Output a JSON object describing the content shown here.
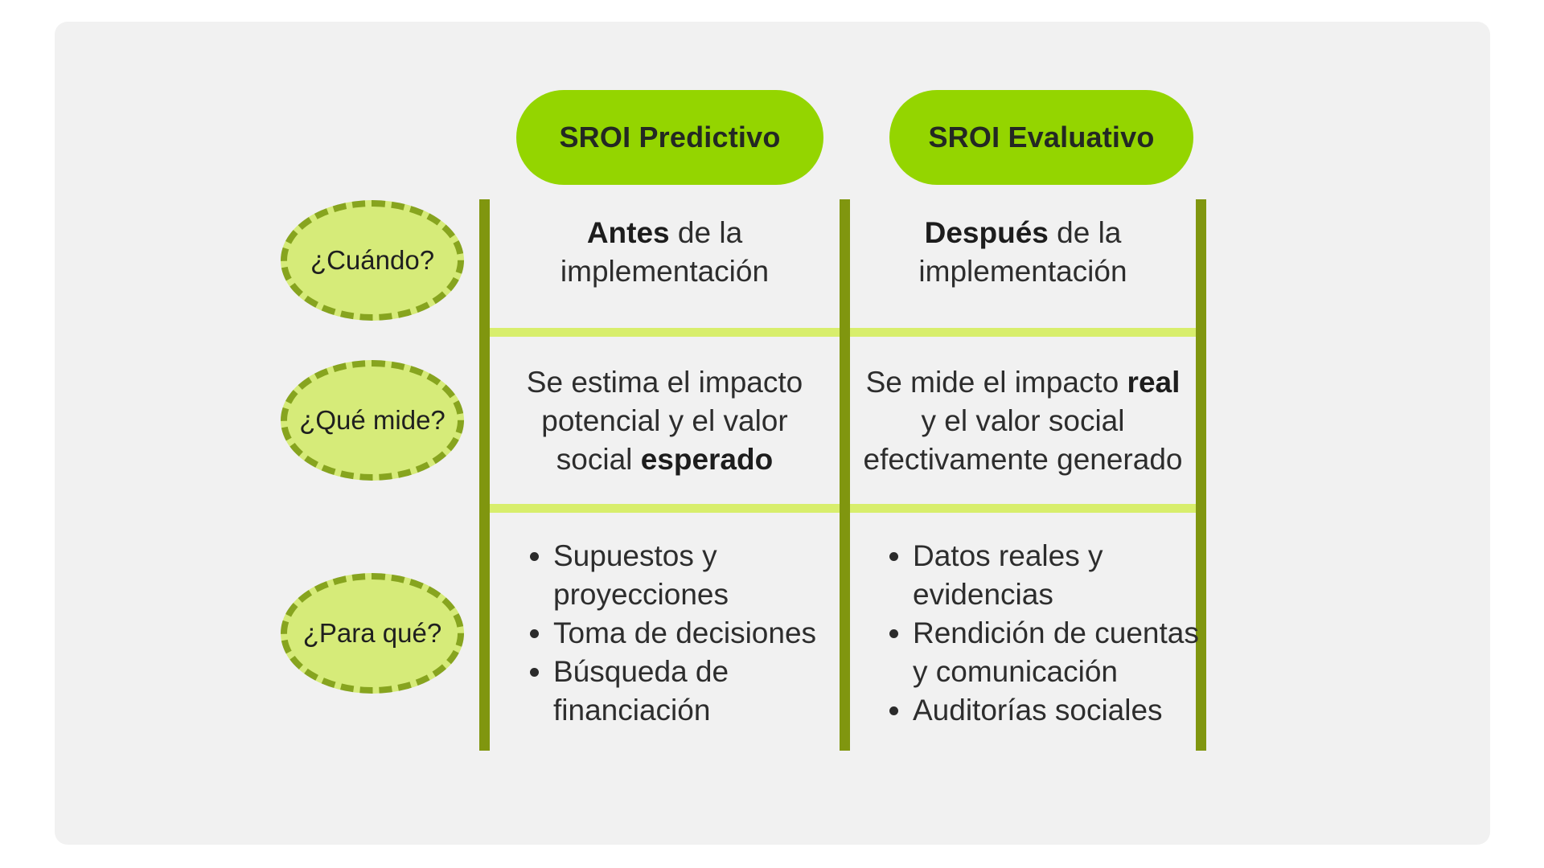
{
  "theme": {
    "page-bg": "#ffffff",
    "card-bg": "#f1f1f1",
    "accent": "#94d500",
    "label-fill": "#d6eb79",
    "label-border": "#87a41f",
    "bar": "#80960f",
    "divider": "#d8ee6c",
    "text": "#2d2d2d"
  },
  "columns": [
    {
      "id": "predictivo",
      "header": "SROI Predictivo"
    },
    {
      "id": "evaluativo",
      "header": "SROI Evaluativo"
    }
  ],
  "row_labels": [
    {
      "id": "cuando",
      "label": "¿Cuándo?"
    },
    {
      "id": "que-mide",
      "label": "¿Qué mide?"
    },
    {
      "id": "para-que",
      "label": "¿Para qué?"
    }
  ],
  "cells": {
    "r1c1": {
      "lines": [
        [
          {
            "t": "Antes",
            "b": 1
          },
          {
            "t": " de la"
          }
        ],
        [
          {
            "t": "implementación"
          }
        ]
      ]
    },
    "r1c2": {
      "lines": [
        [
          {
            "t": "Después",
            "b": 1
          },
          {
            "t": " de la"
          }
        ],
        [
          {
            "t": "implementación"
          }
        ]
      ]
    },
    "r2c1": {
      "lines": [
        [
          {
            "t": "Se estima el impacto"
          }
        ],
        [
          {
            "t": "potencial y el valor"
          }
        ],
        [
          {
            "t": "social "
          },
          {
            "t": "esperado",
            "b": 1
          }
        ]
      ]
    },
    "r2c2": {
      "lines": [
        [
          {
            "t": "Se mide el impacto "
          },
          {
            "t": "real",
            "b": 1
          }
        ],
        [
          {
            "t": "y el valor social"
          }
        ],
        [
          {
            "t": "efectivamente generado"
          }
        ]
      ]
    },
    "r3c1": {
      "bullets": [
        [
          "Supuestos y",
          "proyecciones"
        ],
        [
          "Toma de decisiones"
        ],
        [
          "Búsqueda de",
          "financiación"
        ]
      ]
    },
    "r3c2": {
      "bullets": [
        [
          "Datos reales y",
          "evidencias"
        ],
        [
          "Rendición de cuentas",
          "y comunicación"
        ],
        [
          "Auditorías sociales"
        ]
      ]
    }
  }
}
